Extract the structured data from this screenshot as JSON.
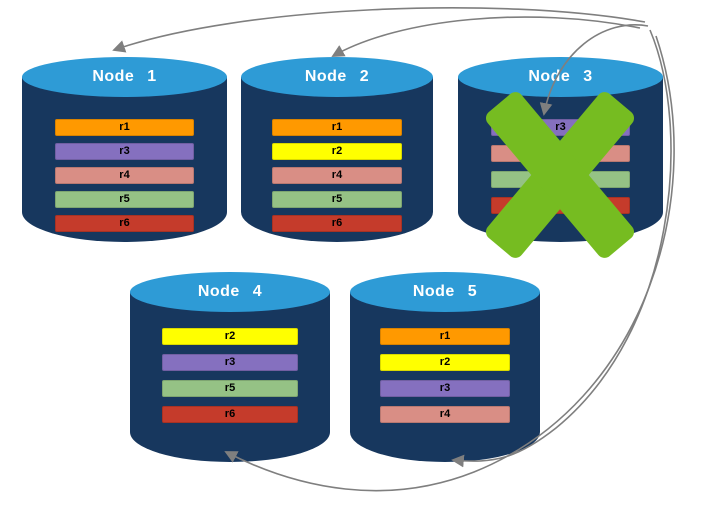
{
  "nodes": [
    {
      "title": "Node 1",
      "replicas": [
        {
          "label": "r1",
          "color": "#FF9900"
        },
        {
          "label": "r3",
          "color": "#8570BF"
        },
        {
          "label": "r4",
          "color": "#D98E85"
        },
        {
          "label": "r5",
          "color": "#95C285"
        },
        {
          "label": "r6",
          "color": "#C53B2B"
        }
      ]
    },
    {
      "title": "Node 2",
      "replicas": [
        {
          "label": "r1",
          "color": "#FF9900"
        },
        {
          "label": "r2",
          "color": "#FFFF00"
        },
        {
          "label": "r4",
          "color": "#D98E85"
        },
        {
          "label": "r5",
          "color": "#95C285"
        },
        {
          "label": "r6",
          "color": "#C53B2B"
        }
      ]
    },
    {
      "title": "Node 3",
      "failed": true,
      "replicas": [
        {
          "label": "r3",
          "color": "#8570BF"
        },
        {
          "label": "r4",
          "color": "#D98E85"
        },
        {
          "label": "r5",
          "color": "#95C285"
        },
        {
          "label": "r6",
          "color": "#C53B2B"
        }
      ]
    },
    {
      "title": "Node 4",
      "replicas": [
        {
          "label": "r2",
          "color": "#FFFF00"
        },
        {
          "label": "r3",
          "color": "#8570BF"
        },
        {
          "label": "r5",
          "color": "#95C285"
        },
        {
          "label": "r6",
          "color": "#C53B2B"
        }
      ]
    },
    {
      "title": "Node 5",
      "replicas": [
        {
          "label": "r1",
          "color": "#FF9900"
        },
        {
          "label": "r2",
          "color": "#FFFF00"
        },
        {
          "label": "r3",
          "color": "#8570BF"
        },
        {
          "label": "r4",
          "color": "#D98E85"
        }
      ]
    }
  ],
  "failure_mark": {
    "node": "Node 3",
    "color": "#76BC21"
  },
  "palette": {
    "background": "#FFFFFF",
    "cylinder_body": "#17375E",
    "cylinder_top": "#2E9BD6",
    "arrow": "#7F7F7F"
  }
}
